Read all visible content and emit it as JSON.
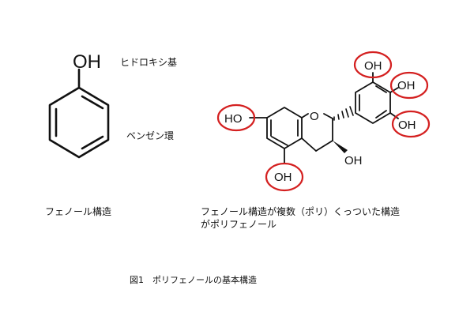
{
  "phenol": {
    "oh_label": "OH",
    "hydroxy_label": "ヒドロキシ基",
    "benzene_label": "ベンゼン環",
    "caption": "フェノール構造"
  },
  "polyphenol": {
    "oh_labels": [
      "OH",
      "OH",
      "OH",
      "HO",
      "OH",
      "OH"
    ],
    "caption_line1": "フェノール構造が複数（ポリ）くっついた構造",
    "caption_line2": "がポリフェノール",
    "ring_oxygen": "O"
  },
  "figure_caption": "図1　ポリフェノールの基本構造",
  "colors": {
    "bond": "#111111",
    "highlight_circle": "#d42020",
    "text": "#111111"
  }
}
